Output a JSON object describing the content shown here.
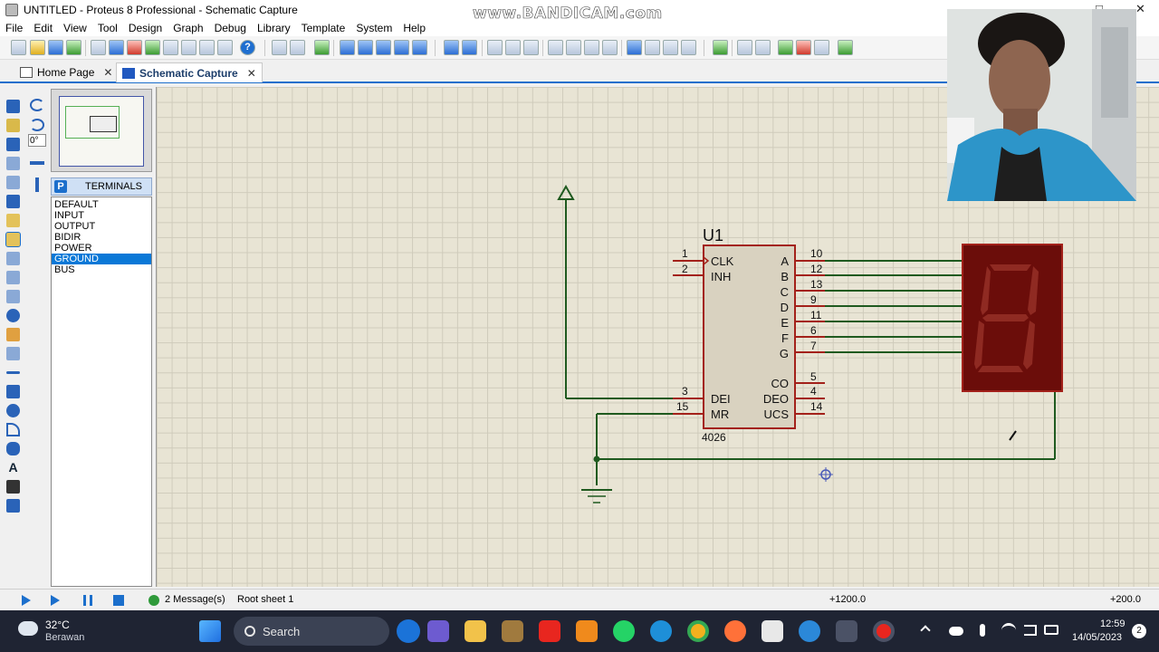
{
  "window": {
    "title": "UNTITLED - Proteus 8 Professional - Schematic Capture",
    "watermark": "www.BANDICAM.com",
    "controls": [
      "—",
      "□",
      "✕"
    ]
  },
  "menu": {
    "items": [
      "File",
      "Edit",
      "View",
      "Tool",
      "Design",
      "Graph",
      "Debug",
      "Library",
      "Template",
      "System",
      "Help"
    ]
  },
  "tabs": [
    {
      "label": "Home Page",
      "close": "✕"
    },
    {
      "label": "Schematic Capture",
      "close": "✕"
    }
  ],
  "side": {
    "angle": "0°",
    "panel_badge": "P",
    "panel_title": "TERMINALS",
    "terminals": [
      "DEFAULT",
      "INPUT",
      "OUTPUT",
      "BIDIR",
      "POWER",
      "GROUND",
      "BUS"
    ],
    "selected": "GROUND"
  },
  "schematic": {
    "ref": "U1",
    "part": "4026",
    "left_pins": [
      {
        "num": "1",
        "name": "CLK"
      },
      {
        "num": "2",
        "name": "INH"
      },
      {
        "num": "3",
        "name": "DEI"
      },
      {
        "num": "15",
        "name": "MR"
      }
    ],
    "right_pins": [
      {
        "num": "10",
        "name": "A"
      },
      {
        "num": "12",
        "name": "B"
      },
      {
        "num": "13",
        "name": "C"
      },
      {
        "num": "9",
        "name": "D"
      },
      {
        "num": "11",
        "name": "E"
      },
      {
        "num": "6",
        "name": "F"
      },
      {
        "num": "7",
        "name": "G"
      },
      {
        "num": "5",
        "name": "CO"
      },
      {
        "num": "4",
        "name": "DEO"
      },
      {
        "num": "14",
        "name": "UCS"
      }
    ],
    "colors": {
      "wire": "#1f5a1f",
      "component_fill": "#d9d2c0",
      "component_border": "#a3211a",
      "display_bg": "#6b0d0a",
      "segment": "#8f2a22"
    }
  },
  "status": {
    "messages": "2 Message(s)",
    "sheet": "Root sheet 1",
    "x_coord": "+1200.0",
    "y_coord": "+200.0"
  },
  "taskbar": {
    "weather_temp": "32°C",
    "weather_desc": "Berawan",
    "search": "Search",
    "time": "12:59",
    "date": "14/05/2023",
    "notification_count": "2"
  }
}
